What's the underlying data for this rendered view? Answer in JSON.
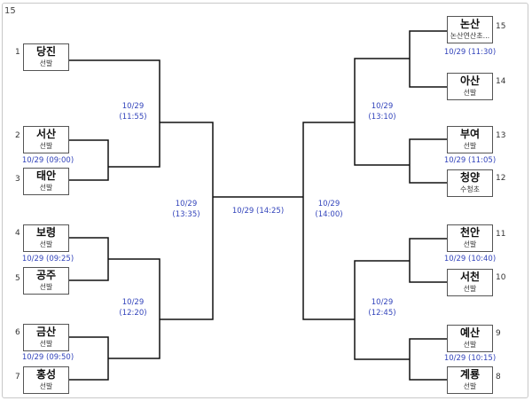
{
  "corner_label": "15",
  "teams": {
    "dangjin": {
      "seed": "1",
      "name": "당진",
      "sub": "선발"
    },
    "seosan": {
      "seed": "2",
      "name": "서산",
      "sub": "선발"
    },
    "taean": {
      "seed": "3",
      "name": "태안",
      "sub": "선발"
    },
    "boryeong": {
      "seed": "4",
      "name": "보령",
      "sub": "선발"
    },
    "gongju": {
      "seed": "5",
      "name": "공주",
      "sub": "선발"
    },
    "geumsan": {
      "seed": "6",
      "name": "금산",
      "sub": "선발"
    },
    "hongseong": {
      "seed": "7",
      "name": "홍성",
      "sub": "선발"
    },
    "nonsan": {
      "seed": "15",
      "name": "논산",
      "sub": "논산연산초..."
    },
    "asan": {
      "seed": "14",
      "name": "아산",
      "sub": "선발"
    },
    "buyeo": {
      "seed": "13",
      "name": "부여",
      "sub": "선발"
    },
    "cheongyang": {
      "seed": "12",
      "name": "청양",
      "sub": "수청초"
    },
    "cheonan": {
      "seed": "11",
      "name": "천안",
      "sub": "선발"
    },
    "seocheon": {
      "seed": "10",
      "name": "서천",
      "sub": "선발"
    },
    "yesan": {
      "seed": "9",
      "name": "예산",
      "sub": "선발"
    },
    "gyeryong": {
      "seed": "8",
      "name": "계룡",
      "sub": "선발"
    }
  },
  "matches": {
    "seosan_taean": {
      "date": "10/29",
      "time": "(09:00)",
      "text": "10/29 (09:00)"
    },
    "boryeong_gongju": {
      "date": "10/29",
      "time": "(09:25)",
      "text": "10/29 (09:25)"
    },
    "geumsan_hongseong": {
      "date": "10/29",
      "time": "(09:50)",
      "text": "10/29 (09:50)"
    },
    "nonsan_asan": {
      "date": "10/29",
      "time": "(11:30)",
      "text": "10/29 (11:30)"
    },
    "buyeo_cheongyang": {
      "date": "10/29",
      "time": "(11:05)",
      "text": "10/29 (11:05)"
    },
    "cheonan_seocheon": {
      "date": "10/29",
      "time": "(10:40)",
      "text": "10/29 (10:40)"
    },
    "yesan_gyeryong": {
      "date": "10/29",
      "time": "(10:15)",
      "text": "10/29 (10:15)"
    },
    "left_qf_top": {
      "date": "10/29",
      "time": "(11:55)"
    },
    "left_qf_bottom": {
      "date": "10/29",
      "time": "(12:20)"
    },
    "left_semi": {
      "date": "10/29",
      "time": "(13:35)"
    },
    "right_qf_top": {
      "date": "10/29",
      "time": "(13:10)"
    },
    "right_qf_bottom": {
      "date": "10/29",
      "time": "(12:45)"
    },
    "right_semi": {
      "date": "10/29",
      "time": "(14:00)"
    },
    "final": {
      "date": "10/29",
      "time": "(14:25)",
      "text": "10/29 (14:25)"
    }
  }
}
